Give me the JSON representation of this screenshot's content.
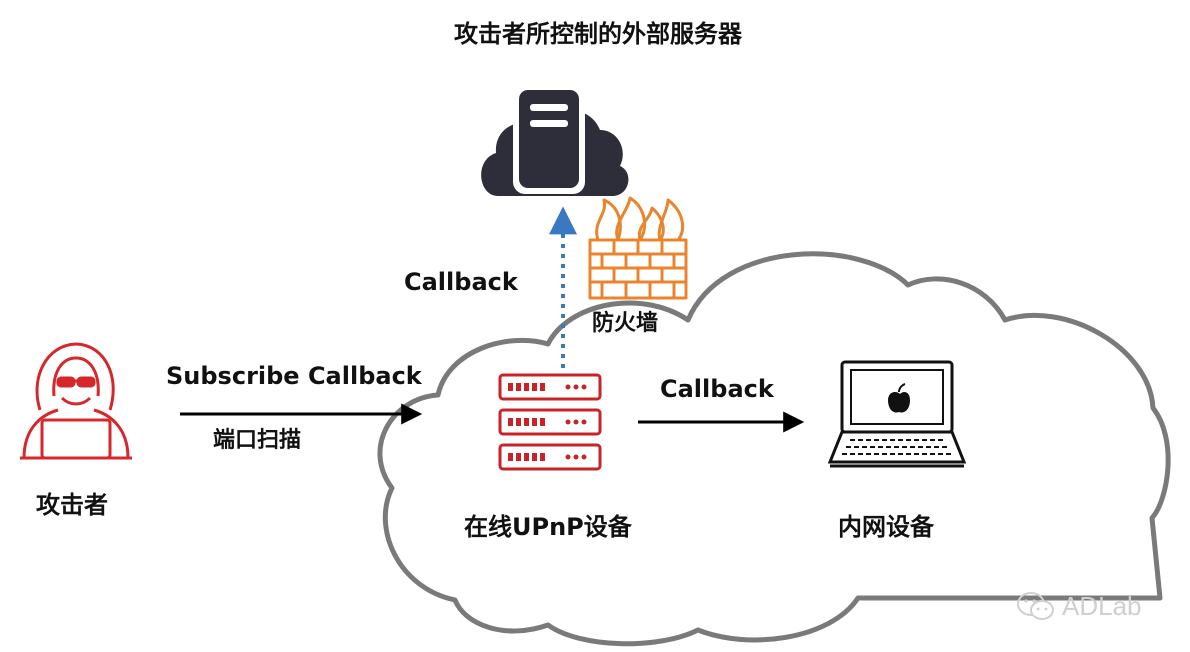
{
  "title": "攻击者所控制的外部服务器",
  "labels": {
    "attacker": "攻击者",
    "subscribe_callback": "Subscribe Callback",
    "port_scan": "端口扫描",
    "callback_up": "Callback",
    "firewall": "防火墙",
    "callback_right": "Callback",
    "upnp_device": "在线UPnP设备",
    "internal_device": "内网设备"
  },
  "watermark": "ADLab",
  "colors": {
    "cloud_outline": "#7a7a7a",
    "server_cloud": "#2d2e3a",
    "attacker_red": "#d6282b",
    "firewall_orange": "#e8852e",
    "dotted_arrow": "#3a78c2",
    "arrow_black": "#000000"
  },
  "icons": {
    "attacker": "hacker-icon",
    "external_server": "cloud-server-icon",
    "firewall": "firewall-icon",
    "upnp": "server-rack-icon",
    "internal": "laptop-icon"
  }
}
